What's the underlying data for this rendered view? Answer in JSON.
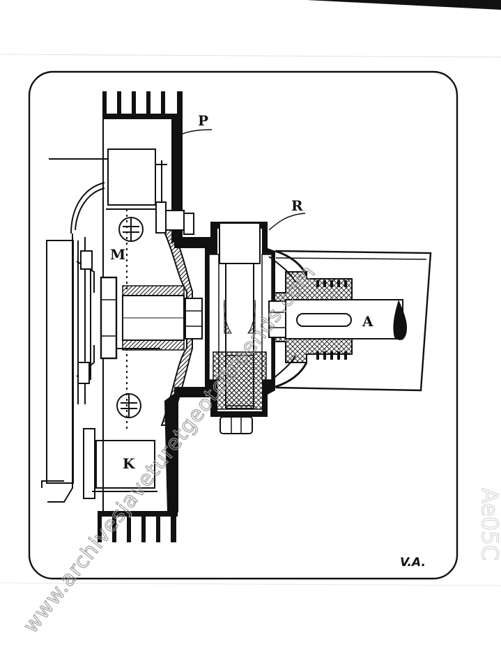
{
  "figure": {
    "labels": {
      "p": "P",
      "r": "R",
      "m": "M",
      "k": "K",
      "a": "A"
    },
    "signature": "V.A.",
    "watermark": "www.archivesjaveturetgeotcitroends.com",
    "edge_mark": "Ae05C"
  },
  "colors": {
    "ink": "#111111",
    "paper": "#ffffff",
    "watermark": "#9a9a9a"
  }
}
